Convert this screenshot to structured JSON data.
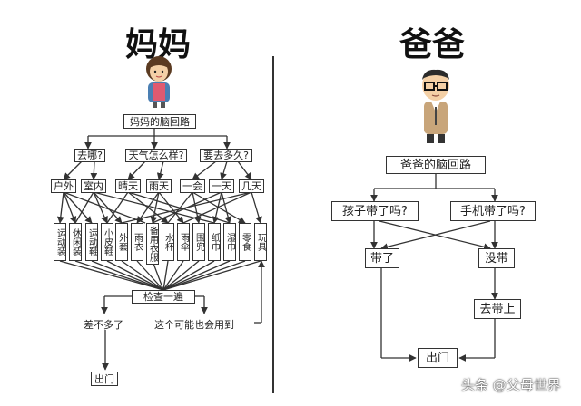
{
  "mom": {
    "title": "妈妈",
    "root": "妈妈的脑回路",
    "questions": [
      "去哪?",
      "天气怎么样?",
      "要去多久?"
    ],
    "options": [
      "户外",
      "室内",
      "晴天",
      "雨天",
      "一会",
      "一天",
      "几天"
    ],
    "items": [
      "运动装",
      "休闲装",
      "运动鞋",
      "小皮鞋",
      "外套",
      "雨衣",
      "备用衣服",
      "水杯",
      "雨伞",
      "围兜",
      "纸巾",
      "湿巾",
      "零食",
      "玩具"
    ],
    "check": "检查一遍",
    "outcome_ok": "差不多了",
    "outcome_more": "这个可能也会用到",
    "exit": "出门"
  },
  "dad": {
    "title": "爸爸",
    "root": "爸爸的脑回路",
    "questions": [
      "孩子带了吗?",
      "手机带了吗?"
    ],
    "yes": "带了",
    "no": "没带",
    "go_get": "去带上",
    "exit": "出门"
  },
  "watermark": "头条 @父母世界"
}
